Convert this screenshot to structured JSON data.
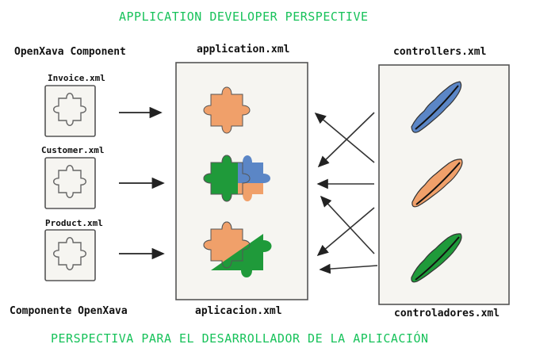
{
  "title_en": "APPLICATION DEVELOPER PERSPECTIVE",
  "title_es": "PERSPECTIVA PARA EL DESARROLLADOR DE LA APLICACIÓN",
  "left": {
    "header_en": "OpenXava Component",
    "header_es": "Componente OpenXava",
    "files": [
      "Invoice.xml",
      "Customer.xml",
      "Product.xml"
    ]
  },
  "center": {
    "header_en": "application.xml",
    "header_es": "aplicacion.xml"
  },
  "right": {
    "header_en": "controllers.xml",
    "header_es": "controladores.xml"
  },
  "colors": {
    "title": "#17c25a",
    "orange": "#f0a06a",
    "green": "#1f9a3a",
    "blue": "#5b86c6",
    "panel": "#f6f5f1",
    "pencil": "#555555"
  },
  "icons": [
    "puzzle-piece-icon",
    "flower-icon",
    "arrow-icon"
  ]
}
